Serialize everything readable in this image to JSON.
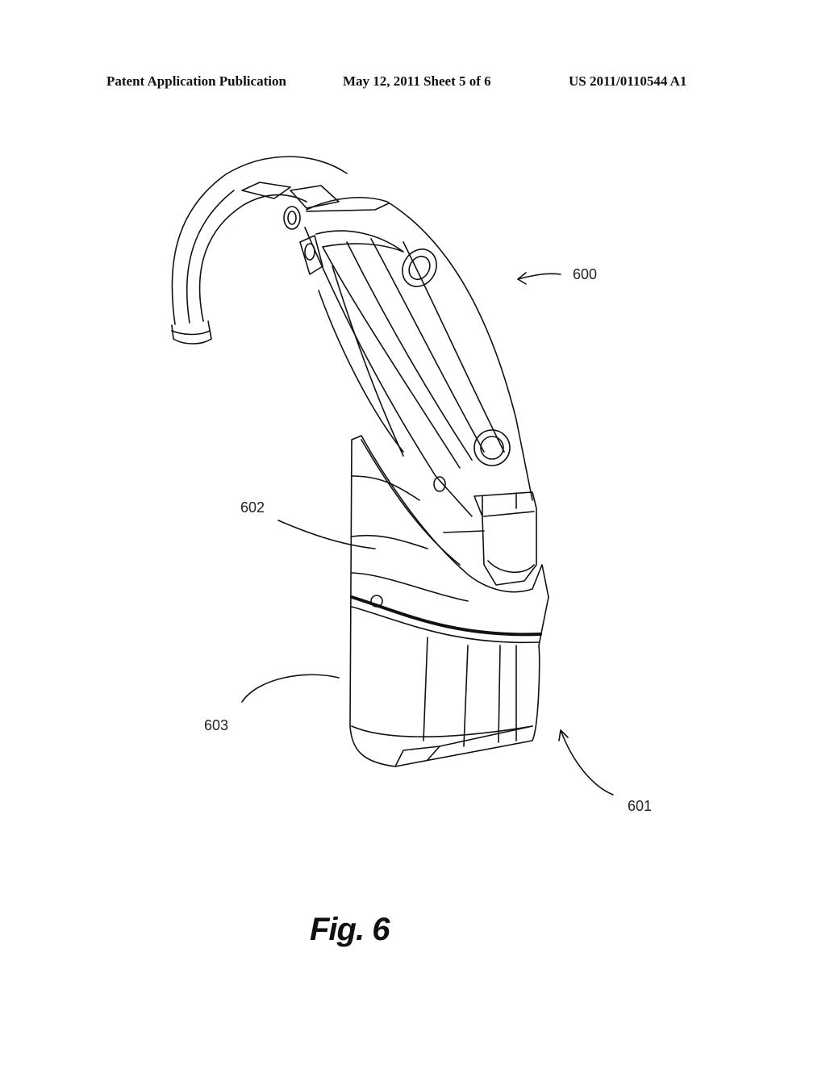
{
  "header": {
    "left": "Patent Application Publication",
    "middle": "May 12, 2011  Sheet 5 of 6",
    "right": "US 2011/0110544 A1"
  },
  "figure": {
    "caption": "Fig. 6",
    "labels": {
      "device": "600",
      "charger": "601",
      "upper_part": "602",
      "lower_part": "603"
    }
  },
  "colors": {
    "ink": "#111111",
    "paper": "#ffffff"
  }
}
